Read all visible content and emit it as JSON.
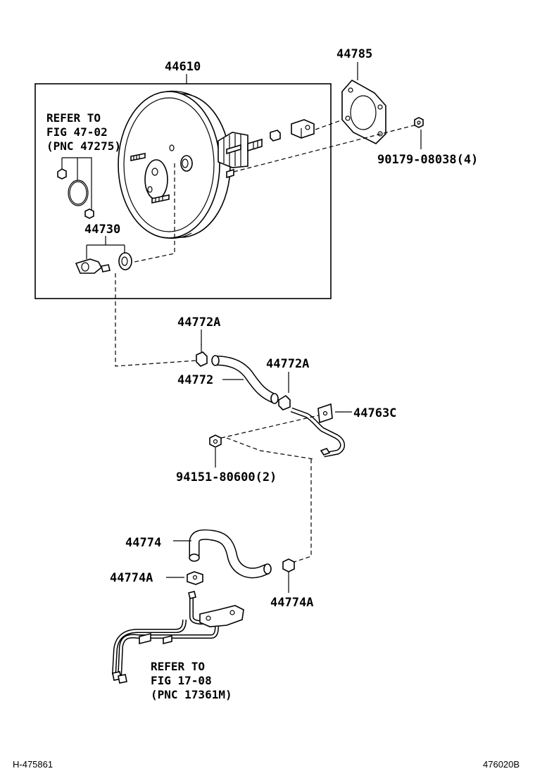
{
  "labels": {
    "booster_assembly": "44610",
    "gasket": "44785",
    "gasket_nut": "90179-08038(4)",
    "check_valve": "44730",
    "clip_upper": "44772A",
    "hose_upper": "44772",
    "clip_middle": "44772A",
    "pipe": "44763C",
    "pipe_bolt": "94151-80600(2)",
    "hose_lower": "44774",
    "clip_lower_left": "44774A",
    "clip_lower_right": "44774A"
  },
  "references": {
    "top": {
      "line1": "REFER TO",
      "line2": "FIG 47-02",
      "line3": "(PNC 47275)"
    },
    "bottom": {
      "line1": "REFER TO",
      "line2": "FIG 17-08",
      "line3": "(PNC 17361M)"
    }
  },
  "footer": {
    "left_code": "H-475861",
    "right_code": "476020B"
  }
}
